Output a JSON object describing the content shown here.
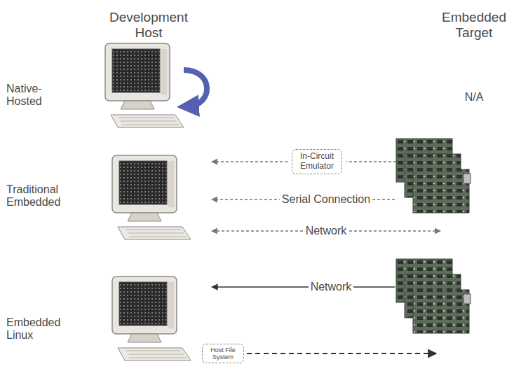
{
  "diagram": {
    "nodes": [
      {
        "text": [
          "In-Circuit Emulator"
        ]
      },
      {
        "text": [
          "Host File System"
        ]
      }
    ],
    "labels": [
      "Development Host",
      "Embedded Target",
      "Native-Hosted",
      "N/A",
      "Traditional Embedded",
      "Serial Connection",
      "Network",
      "Embedded Linux",
      "Network"
    ]
  }
}
